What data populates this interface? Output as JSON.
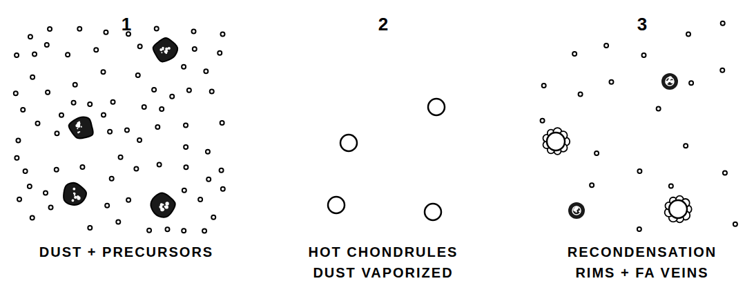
{
  "diagram": {
    "labels": [
      "1",
      "2",
      "3",
      "DUST + PRECURSORS",
      "HOT CHONDRULES DUST VAPORIZED",
      "RECONDENSATION RIMS + FA VEINS"
    ]
  }
}
